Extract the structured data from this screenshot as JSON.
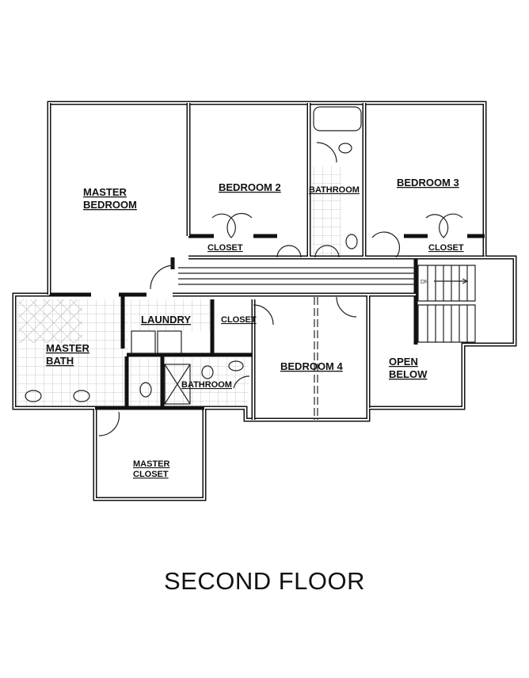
{
  "title": "SECOND FLOOR",
  "rooms": {
    "master_bedroom": [
      "MASTER",
      "BEDROOM"
    ],
    "bedroom2": "BEDROOM 2",
    "bathroom_upper": "BATHROOM",
    "bedroom3": "BEDROOM 3",
    "closet_b2": "CLOSET",
    "closet_b3": "CLOSET",
    "laundry": "LAUNDRY",
    "closet_mid": "CLOSET",
    "master_bath": [
      "MASTER",
      "BATH"
    ],
    "bathroom_lower": "BATHROOM",
    "bedroom4": "BEDROOM 4",
    "open_below": [
      "OPEN",
      "BELOW"
    ],
    "master_closet": [
      "MASTER",
      "CLOSET"
    ]
  },
  "stairs": {
    "direction_label": "DN"
  }
}
